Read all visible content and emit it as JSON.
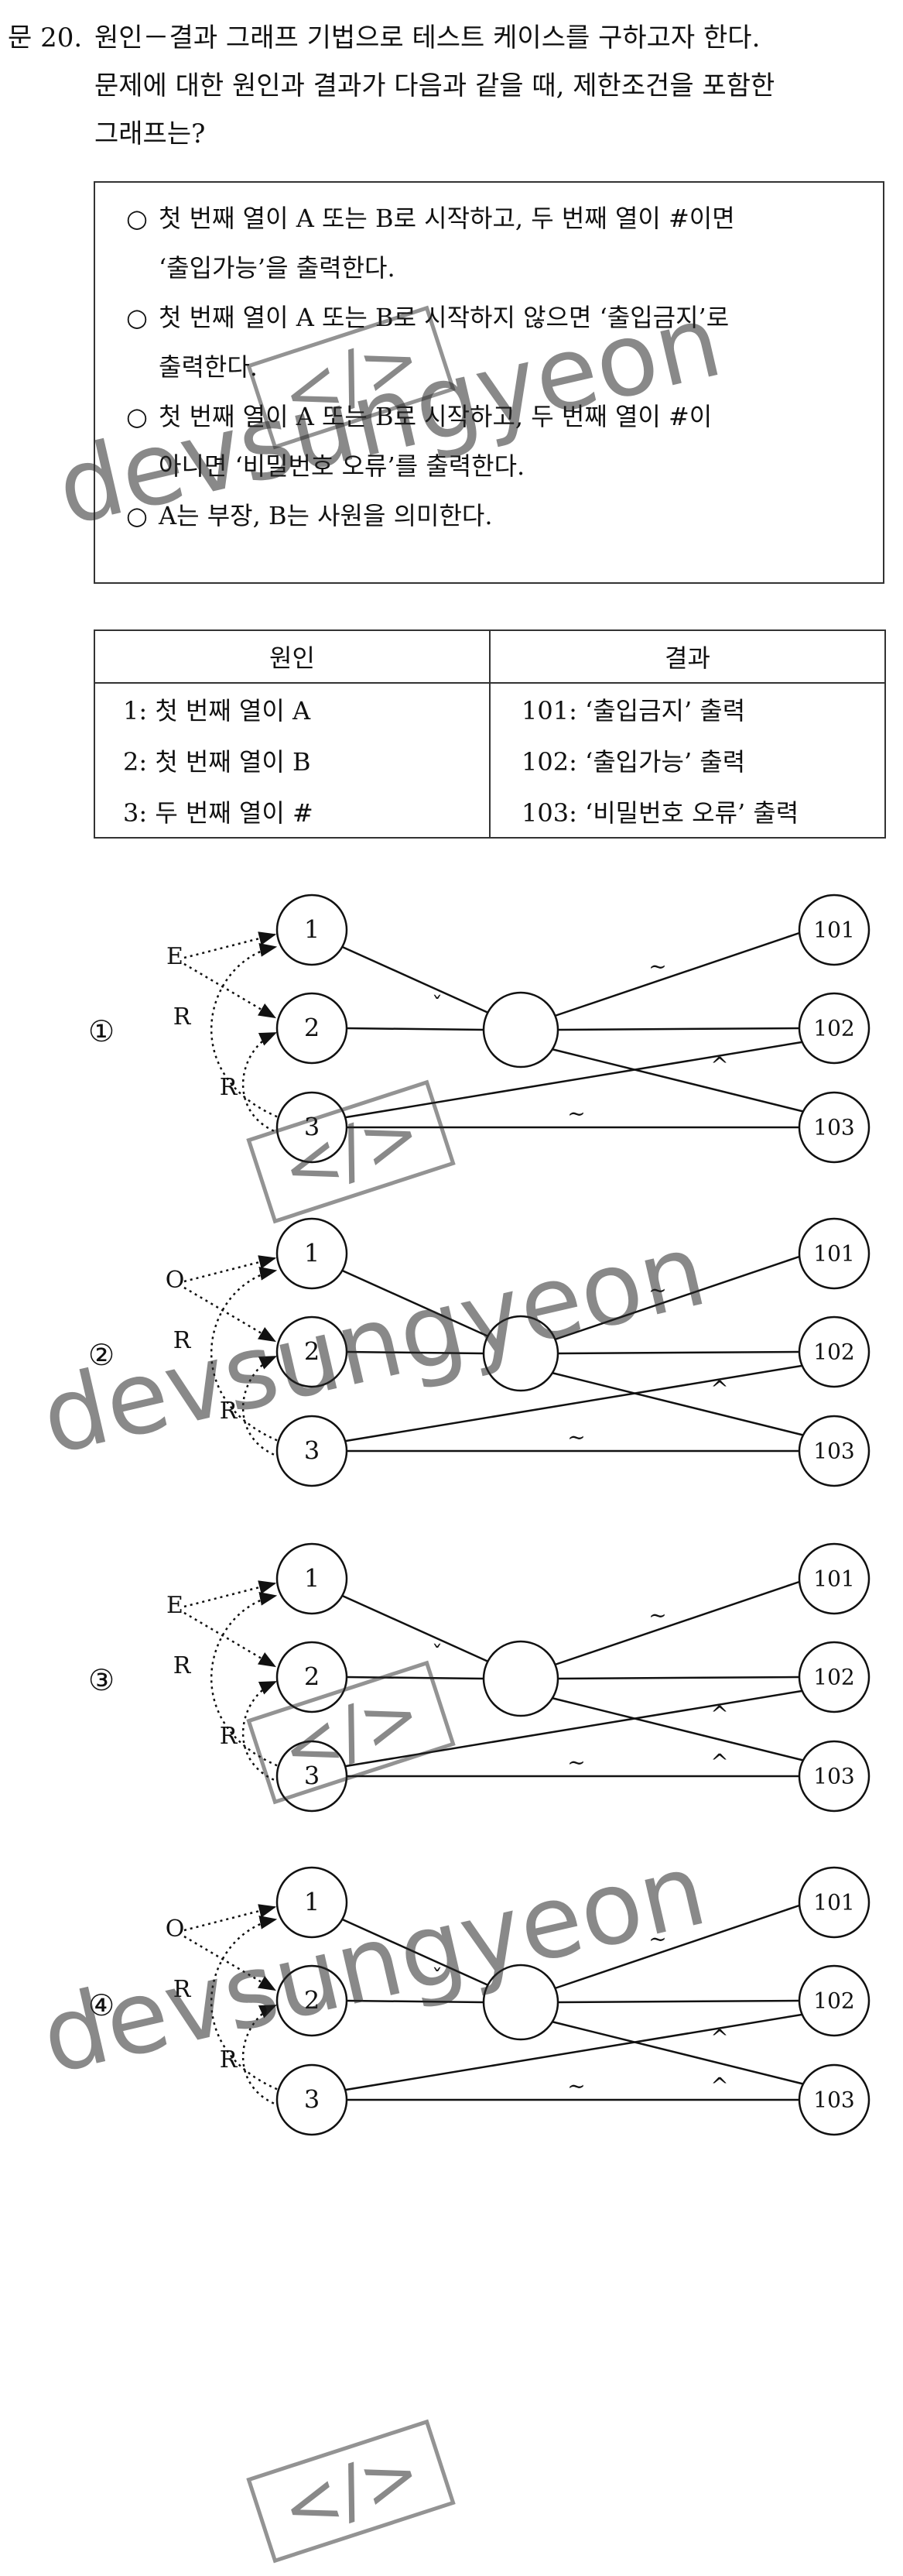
{
  "question": {
    "number": "문 20.",
    "lines": [
      "원인－결과 그래프 기법으로 테스트 케이스를 구하고자 한다.",
      "문제에 대한 원인과 결과가 다음과 같을 때, 제한조건을 포함한",
      "그래프는?"
    ]
  },
  "conditions": [
    {
      "bullet": "○",
      "line1": "첫 번째 열이 A 또는 B로 시작하고, 두 번째 열이 #이면",
      "line2": "‘출입가능’을 출력한다."
    },
    {
      "bullet": "○",
      "line1": "첫 번째 열이 A 또는 B로 시작하지 않으면 ‘출입금지’로",
      "line2": "출력한다."
    },
    {
      "bullet": "○",
      "line1": "첫 번째 열이 A 또는 B로 시작하고, 두 번째 열이 #이",
      "line2": "아니면 ‘비밀번호 오류’를 출력한다."
    },
    {
      "bullet": "○",
      "line1": "A는 부장, B는 사원을 의미한다.",
      "line2": ""
    }
  ],
  "table": {
    "headers": [
      "원인",
      "결과"
    ],
    "rows": [
      [
        "1: 첫 번째 열이 A",
        "101: ‘출입금지’ 출력"
      ],
      [
        "2: 첫 번째 열이 B",
        "102: ‘출입가능’ 출력"
      ],
      [
        "3: 두 번째 열이 #",
        "103: ‘비밀번호 오류’ 출력"
      ]
    ]
  },
  "graphs": [
    {
      "option": "①",
      "constraint_top": "E",
      "constraint_mid": "R",
      "constraint_low": "R",
      "causes": [
        "1",
        "2",
        "3"
      ],
      "effects": [
        "101",
        "102",
        "103"
      ],
      "tilde_101": "~",
      "and_mark": "ˇ",
      "caret_102": "^",
      "tilde_3_103": "~",
      "caret_3_103": ""
    },
    {
      "option": "②",
      "constraint_top": "O",
      "constraint_mid": "R",
      "constraint_low": "R",
      "causes": [
        "1",
        "2",
        "3"
      ],
      "effects": [
        "101",
        "102",
        "103"
      ],
      "tilde_101": "~",
      "and_mark": "",
      "caret_102": "^",
      "tilde_3_103": "~",
      "caret_3_103": ""
    },
    {
      "option": "③",
      "constraint_top": "E",
      "constraint_mid": "R",
      "constraint_low": "R",
      "causes": [
        "1",
        "2",
        "3"
      ],
      "effects": [
        "101",
        "102",
        "103"
      ],
      "tilde_101": "~",
      "and_mark": "ˇ",
      "caret_102": "^",
      "tilde_3_103": "~",
      "caret_3_103": "^"
    },
    {
      "option": "④",
      "constraint_top": "O",
      "constraint_mid": "R",
      "constraint_low": "R",
      "causes": [
        "1",
        "2",
        "3"
      ],
      "effects": [
        "101",
        "102",
        "103"
      ],
      "tilde_101": "~",
      "and_mark": "ˇ",
      "caret_102": "^",
      "tilde_3_103": "~",
      "caret_3_103": "^"
    }
  ],
  "watermark": {
    "brand": "devsungyeon",
    "logo": "</>"
  }
}
